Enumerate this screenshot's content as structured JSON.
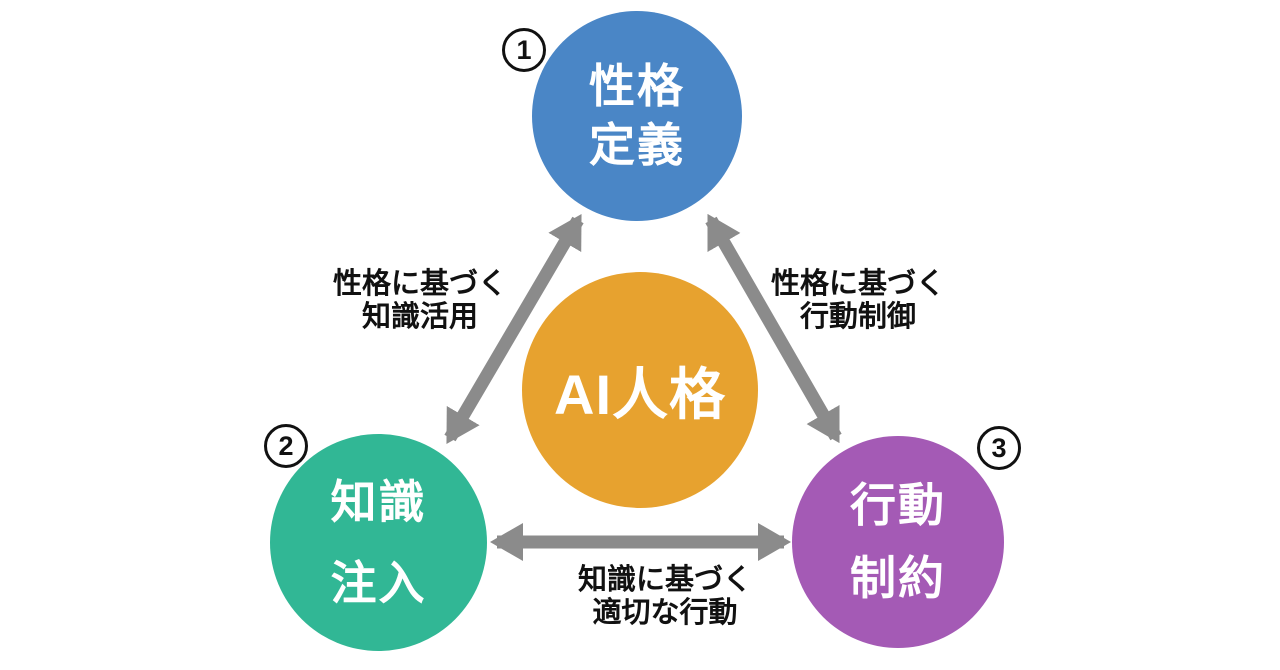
{
  "diagram": {
    "background": "#ffffff",
    "arrow_color": "#8b8b8b",
    "label_color": "#111111",
    "center_node": {
      "id": "ai-persona",
      "label": "AI人格",
      "color": "#E7A22F",
      "text_color": "#ffffff"
    },
    "nodes": [
      {
        "id": "personality-definition",
        "number": "1",
        "label": "性格\n定義",
        "color": "#4A86C6",
        "text_color": "#ffffff"
      },
      {
        "id": "knowledge-injection",
        "number": "2",
        "label": "知識\n注入",
        "color": "#31B795",
        "text_color": "#ffffff"
      },
      {
        "id": "behavior-constraint",
        "number": "3",
        "label": "行動\n制約",
        "color": "#A45AB5",
        "text_color": "#ffffff"
      }
    ],
    "edges": [
      {
        "from": "personality-definition",
        "to": "knowledge-injection",
        "label": "性格に基づく\n知識活用"
      },
      {
        "from": "personality-definition",
        "to": "behavior-constraint",
        "label": "性格に基づく\n行動制御"
      },
      {
        "from": "knowledge-injection",
        "to": "behavior-constraint",
        "label": "知識に基づく\n適切な行動"
      }
    ]
  }
}
